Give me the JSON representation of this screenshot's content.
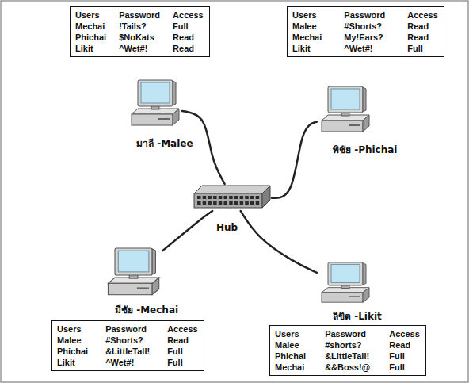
{
  "diagram": {
    "nodes": [
      {
        "text": [
          "Users",
          "Password",
          "Access",
          "Mechai",
          "!Tails?",
          "Full",
          "Phichai",
          "$NoKats",
          "Read",
          "Likit",
          "^Wet#!",
          "Read"
        ]
      },
      {
        "text": [
          "Users",
          "Password",
          "Access",
          "Malee",
          "#Shorts?",
          "Read",
          "Mechai",
          "My!Ears?",
          "Read",
          "Likit",
          "^Wet#!",
          "Full"
        ]
      },
      {
        "text": [
          "มาลี -Malee"
        ]
      },
      {
        "text": [
          "พิชัย -Phichai"
        ]
      },
      {
        "text": [
          "Hub"
        ]
      },
      {
        "text": [
          "มีชัย -Mechai"
        ]
      },
      {
        "text": [
          "ลิขิต -Likit"
        ]
      },
      {
        "text": [
          "Users",
          "Password",
          "Access",
          "Malee",
          "#Shorts?",
          "Read",
          "Phichai",
          "&LittleTall!",
          "Full",
          "Likit",
          "^Wet#!",
          "Full"
        ]
      },
      {
        "text": [
          "Users",
          "Password",
          "Access",
          "Malee",
          "#shorts?",
          "Read",
          "Phichai",
          "&LittleTall!",
          "Full",
          "Mechai",
          "&&Boss!@",
          "Full"
        ]
      }
    ],
    "edges": [
      {
        "from": 2,
        "to": 4,
        "arrow": "none"
      },
      {
        "from": 3,
        "to": 4,
        "arrow": "none"
      },
      {
        "from": 5,
        "to": 4,
        "arrow": "none"
      },
      {
        "from": 6,
        "to": 4,
        "arrow": "none"
      }
    ]
  }
}
